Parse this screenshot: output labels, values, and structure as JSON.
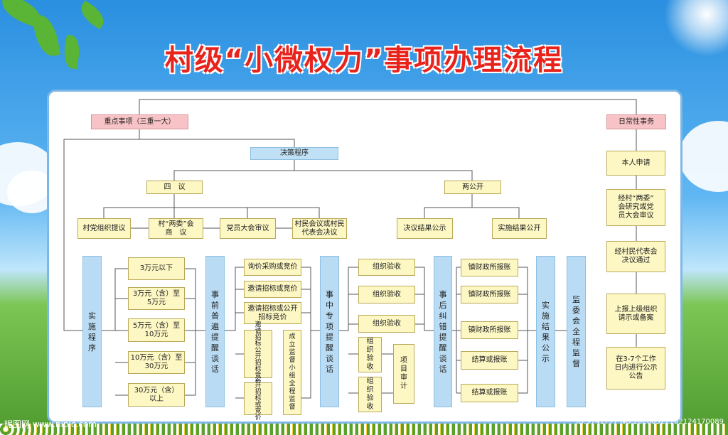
{
  "title": "村级“小微权力”事项办理流程",
  "top_left": "重点事项（三重一大）",
  "top_right": "日常性事务",
  "decision": "决策程序",
  "four": "四　议",
  "two_open": "两公开",
  "four_items": [
    "村党组织提议",
    "村“两委”会\n商　议",
    "党员大会审议",
    "村民会议或村民\n代表会决议"
  ],
  "open_items": [
    "决议结果公示",
    "实施结果公开"
  ],
  "impl": "实\n施\n程\n序",
  "amounts": [
    "3万元以下",
    "3万元（含）至\n5万元",
    "5万元（含）至\n10万元",
    "10万元（含）至\n30万元",
    "30万元（含）\n以上"
  ],
  "pre": "事\n前\n普\n遍\n提\n醒\n谈\n话",
  "proc": [
    "询价采购或竞价",
    "邀请招标或竞价",
    "邀请招标或公开\n招标竞价"
  ],
  "proc_v1": "邀\n请\n招\n标\n公\n开\n招\n标\n竞\n价",
  "proc_v2": "公\n开\n招\n标\n或\n竞\n价",
  "supervise_group": "成\n立\n监\n督\n小\n组\n全\n程\n监\n督",
  "mid": "事\n中\n专\n项\n提\n醒\n谈\n话",
  "accept": [
    "组织验收",
    "组织验收",
    "组织验收"
  ],
  "accept_v": [
    "组\n织\n验\n收",
    "组\n织\n验\n收"
  ],
  "audit": "项\n目\n审\n计",
  "post": "事\n后\n纠\n错\n提\n醒\n谈\n话",
  "reimb": [
    "镇财政所报账",
    "镇财政所报账",
    "镇财政所报账",
    "结算或报账",
    "结算或报账"
  ],
  "result": "实\n施\n结\n果\n公\n示",
  "committee": "监\n委\n会\n全\n程\n监\n督",
  "right_steps": [
    "本人申请",
    "经村“两委”\n会研究或党\n员大会审议",
    "经村民代表会\n决议通过",
    "上报上级组织\n请示或备案",
    "在3-7个工作\n日内进行公示\n公告"
  ],
  "watermark_left": "昵图网 www.nipic.com",
  "watermark_right": "ID:9741777 NO:20200522162124170089"
}
